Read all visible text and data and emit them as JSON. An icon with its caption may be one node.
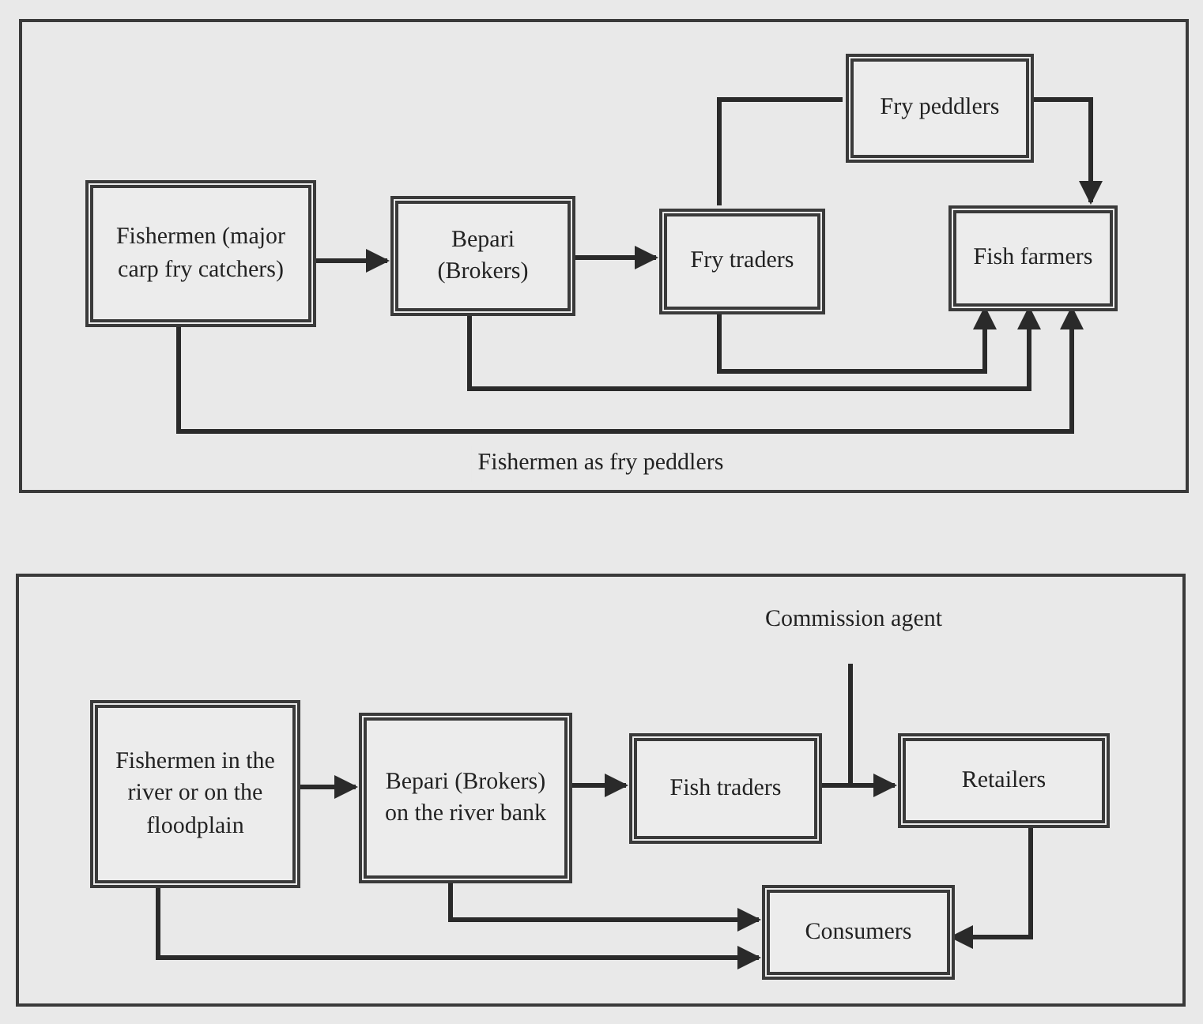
{
  "diagram": {
    "nodes": [
      {
        "text": [],
        "shape": "box"
      },
      {
        "text": [
          "Fishermen (major carp fry catchers)"
        ],
        "in": 0
      },
      {
        "text": [
          "Bepari (Brokers)"
        ],
        "in": 0
      },
      {
        "text": [
          "Fry traders"
        ],
        "in": 0
      },
      {
        "text": [
          "Fry peddlers"
        ],
        "in": 0
      },
      {
        "text": [
          "Fish farmers"
        ],
        "in": 0
      },
      {
        "text": [],
        "shape": "box"
      },
      {
        "text": [
          "Fishermen in the river or on the floodplain"
        ],
        "in": 6
      },
      {
        "text": [
          "Bepari (Brokers) on the river bank"
        ],
        "in": 6
      },
      {
        "text": [
          "Fish traders"
        ],
        "in": 6
      },
      {
        "text": [
          "Retailers"
        ],
        "in": 6
      },
      {
        "text": [
          "Commission agent"
        ],
        "in": 6
      },
      {
        "text": [
          "Consumers"
        ],
        "in": 6
      }
    ],
    "edges": [
      {
        "from": 1,
        "to": 2,
        "arrow": "to"
      },
      {
        "from": 2,
        "to": 3,
        "arrow": "to"
      },
      {
        "from": 3,
        "to": 4,
        "arrow": "none"
      },
      {
        "from": 4,
        "to": 5,
        "arrow": "to"
      },
      {
        "from": 3,
        "to": 5,
        "arrow": "to"
      },
      {
        "from": 2,
        "to": 5,
        "arrow": "to"
      },
      {
        "from": 1,
        "to": 5,
        "label": "Fishermen as fry peddlers",
        "arrow": "to"
      },
      {
        "from": 7,
        "to": 8,
        "arrow": "to"
      },
      {
        "from": 8,
        "to": 9,
        "arrow": "to"
      },
      {
        "from": 9,
        "to": 10,
        "arrow": "to"
      },
      {
        "from": 11,
        "to": null,
        "arrow": "none"
      },
      {
        "from": 8,
        "to": 12,
        "arrow": "to"
      },
      {
        "from": 7,
        "to": 12,
        "arrow": "to"
      },
      {
        "from": 10,
        "to": 12,
        "arrow": "to"
      }
    ]
  }
}
